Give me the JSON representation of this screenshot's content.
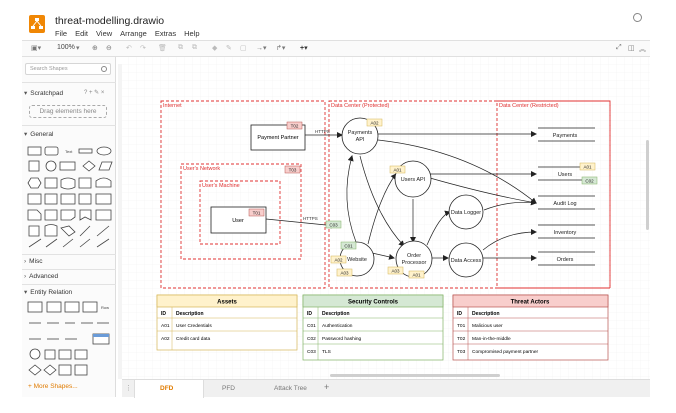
{
  "app": {
    "title": "threat-modelling.drawio",
    "menu": [
      "File",
      "Edit",
      "View",
      "Arrange",
      "Extras",
      "Help"
    ]
  },
  "toolbar": {
    "zoom": "100%"
  },
  "sidebar": {
    "search_placeholder": "Search Shapes",
    "scratchpad": "Scratchpad",
    "scratchpad_tools": "? + ✎ ×",
    "drag_hint": "Drag elements here",
    "general": "General",
    "misc": "Misc",
    "advanced": "Advanced",
    "entity_relation": "Entity Relation",
    "more_shapes": "+ More Shapes..."
  },
  "tabs": [
    "DFD",
    "PFD",
    "Attack Tree"
  ],
  "diagram": {
    "zones": {
      "internet": "Internet",
      "users_network": "User's Network",
      "users_machine": "User's Machine",
      "dc_protected": "Data Center (Protected)",
      "dc_restricted": "Data Center (Restricted)"
    },
    "nodes": {
      "payment_partner": "Payment Partner",
      "user": "User",
      "payments_api_l1": "Payments",
      "payments_api_l2": "API",
      "users_api": "Users API",
      "data_logger": "Data Logger",
      "website": "Website",
      "order_processor_l1": "Order",
      "order_processor_l2": "Processor",
      "data_access": "Data Access",
      "payments_store": "Payments",
      "users_store": "Users",
      "audit_log": "Audit Log",
      "inventory": "Inventory",
      "orders": "Orders"
    },
    "flow_labels": {
      "https1": "HTTPS",
      "https2": "HTTPS"
    },
    "badges": {
      "t02": "T02",
      "t03": "T03",
      "t01": "T01",
      "a02": "A02",
      "a01_users": "A01",
      "a01_store": "A01",
      "c02_store": "C02",
      "c03": "C03",
      "c01": "C01",
      "a02_web": "A02",
      "a03_op": "A03",
      "a01_op": "A01"
    },
    "legend_assets": {
      "title": "Assets",
      "headers": [
        "ID",
        "Description"
      ],
      "rows": [
        [
          "A01",
          "User Credentials"
        ],
        [
          "A02",
          "Credit card data"
        ]
      ]
    },
    "legend_controls": {
      "title": "Security Controls",
      "headers": [
        "ID",
        "Description"
      ],
      "rows": [
        [
          "C01",
          "Authentication"
        ],
        [
          "C02",
          "Password hashing"
        ],
        [
          "C03",
          "TLS"
        ]
      ]
    },
    "legend_threats": {
      "title": "Threat Actors",
      "headers": [
        "ID",
        "Description"
      ],
      "rows": [
        [
          "T01",
          "Malicious user"
        ],
        [
          "T02",
          "Man-in-the-middle"
        ],
        [
          "T03",
          "Compromised payment partner"
        ]
      ]
    }
  },
  "colors": {
    "zone_red": "#e03131",
    "badge_red": "#f8cecc",
    "badge_yellow": "#fff2cc",
    "badge_green": "#d5e8d4",
    "accent": "#f08705"
  }
}
